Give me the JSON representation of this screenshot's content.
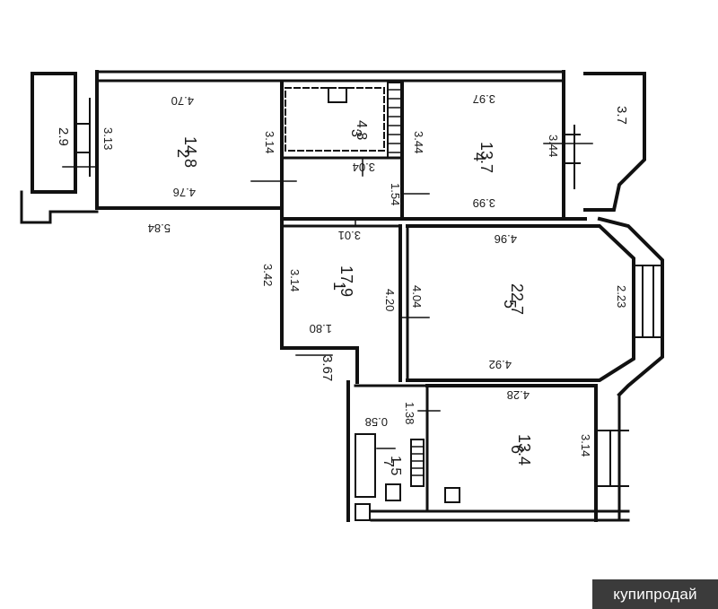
{
  "rooms": [
    {
      "num": "2",
      "area": "14.8"
    },
    {
      "num": "3",
      "area": "4.8"
    },
    {
      "num": "4",
      "area": "13.7"
    },
    {
      "num": "1",
      "area": "17.9"
    },
    {
      "num": "5",
      "area": "22.7"
    },
    {
      "num": "6",
      "area": "13.4"
    },
    {
      "num": "7",
      "area": "1.5"
    }
  ],
  "dimensions": {
    "r2_top": "4.70",
    "r2_left": "3.13",
    "r2_right": "3.14",
    "r2_bottom": "4.76",
    "balcony_left": "2.9",
    "below_r2": "5.84",
    "r3_bottom": "3.04",
    "corridor_h": "1.54",
    "r4_top": "3.97",
    "r4_left": "3.44",
    "r4_right": "3.44",
    "r4_bottom": "3.99",
    "balcony_right": "3.7",
    "r1_top": "3.01",
    "r1_outer": "3.42",
    "r1_left": "3.14",
    "r1_right": "4.20",
    "r1_bottom": "1.80",
    "hall_v": "3.67",
    "r5_top": "4.96",
    "r5_left": "4.04",
    "r5_right": "2.23",
    "r5_bottom": "4.92",
    "r6_top": "4.28",
    "r6_left": "1.38",
    "r6_right": "3.14",
    "r7_top": "0.58"
  },
  "watermark": "купипродай"
}
